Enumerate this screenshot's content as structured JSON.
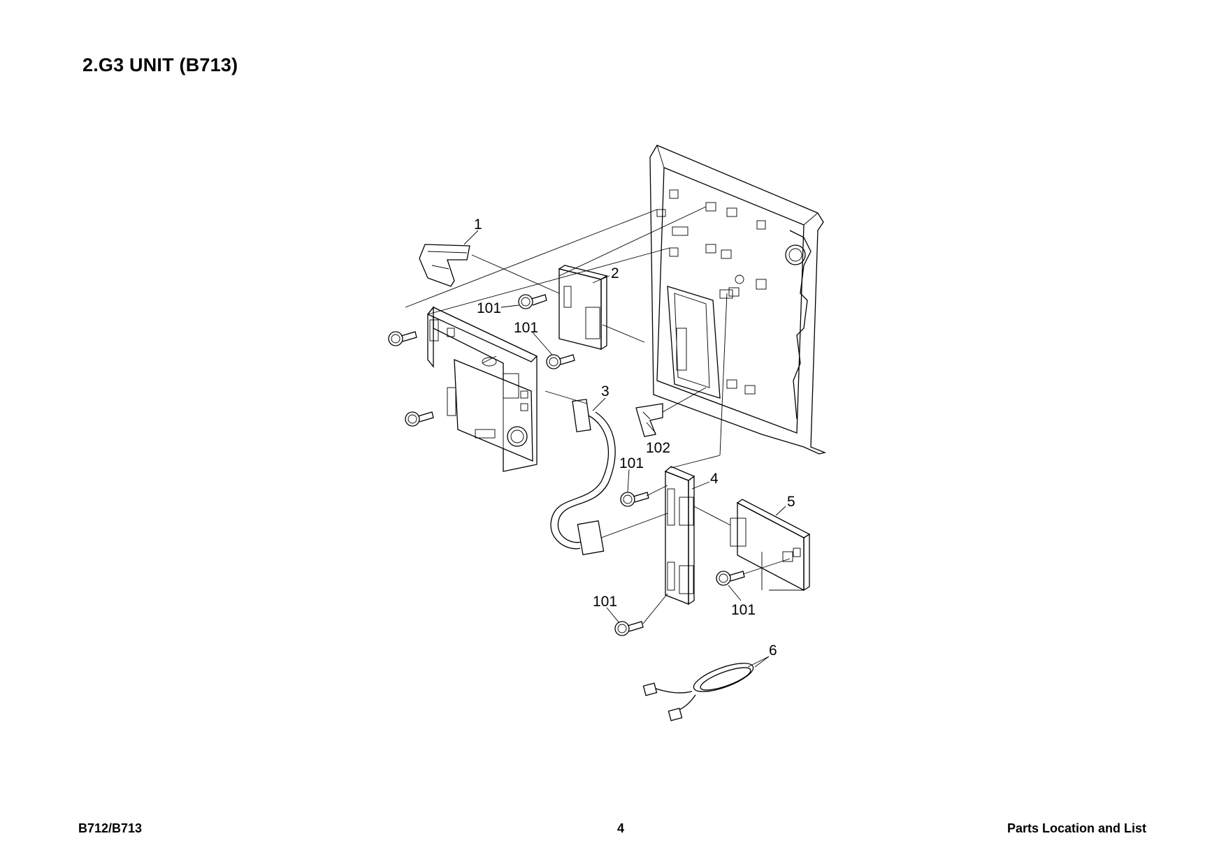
{
  "header": {
    "title": "2.G3 UNIT (B713)"
  },
  "footer": {
    "model": "B712/B713",
    "page": "4",
    "section": "Parts Location and List"
  },
  "callouts": {
    "c1": "1",
    "c2": "2",
    "c3": "3",
    "c4": "4",
    "c5": "5",
    "c6": "6",
    "c101a": "101",
    "c101b": "101",
    "c101c": "101",
    "c101d": "101",
    "c101e": "101",
    "c102": "102"
  }
}
